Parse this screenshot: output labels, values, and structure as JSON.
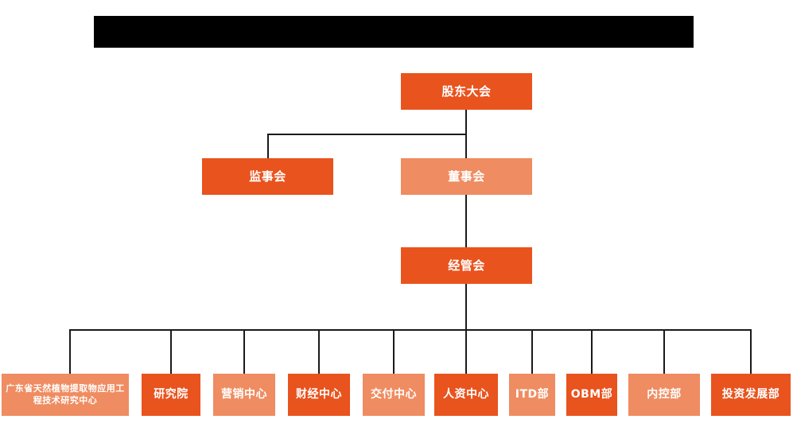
{
  "header": {
    "redacted_title": ""
  },
  "chart_data": {
    "type": "org-chart",
    "title": "",
    "colors": {
      "dark_orange": "#E9531E",
      "light_orange": "#EF8C61",
      "connector": "#1a1a1a",
      "background": "#ffffff",
      "redaction": "#000000",
      "node_text": "#ffffff"
    },
    "levels": [
      {
        "level": 1,
        "nodes": [
          {
            "id": "shareholders",
            "label": "股东大会",
            "color": "dark_orange"
          }
        ]
      },
      {
        "level": 2,
        "nodes": [
          {
            "id": "supervisors",
            "label": "监事会",
            "color": "dark_orange"
          },
          {
            "id": "directors",
            "label": "董事会",
            "color": "light_orange"
          }
        ]
      },
      {
        "level": 3,
        "nodes": [
          {
            "id": "management",
            "label": "经管会",
            "color": "dark_orange"
          }
        ]
      },
      {
        "level": 4,
        "nodes": [
          {
            "id": "rd-center",
            "label": "广东省天然植物提取物应用工程技术研究中心",
            "color": "light_orange"
          },
          {
            "id": "institute",
            "label": "研究院",
            "color": "dark_orange"
          },
          {
            "id": "marketing-center",
            "label": "营销中心",
            "color": "light_orange"
          },
          {
            "id": "finance-center",
            "label": "财经中心",
            "color": "dark_orange"
          },
          {
            "id": "delivery-center",
            "label": "交付中心",
            "color": "light_orange"
          },
          {
            "id": "hr-center",
            "label": "人资中心",
            "color": "dark_orange"
          },
          {
            "id": "itd-dept",
            "label": "ITD部",
            "color": "light_orange"
          },
          {
            "id": "obm-dept",
            "label": "OBM部",
            "color": "dark_orange"
          },
          {
            "id": "internal-control-dept",
            "label": "内控部",
            "color": "light_orange"
          },
          {
            "id": "investment-dev-dept",
            "label": "投资发展部",
            "color": "dark_orange"
          }
        ]
      }
    ],
    "edges": [
      {
        "from": "shareholders",
        "to": "supervisors"
      },
      {
        "from": "shareholders",
        "to": "directors"
      },
      {
        "from": "directors",
        "to": "management"
      },
      {
        "from": "management",
        "to": "rd-center"
      },
      {
        "from": "management",
        "to": "institute"
      },
      {
        "from": "management",
        "to": "marketing-center"
      },
      {
        "from": "management",
        "to": "finance-center"
      },
      {
        "from": "management",
        "to": "delivery-center"
      },
      {
        "from": "management",
        "to": "hr-center"
      },
      {
        "from": "management",
        "to": "itd-dept"
      },
      {
        "from": "management",
        "to": "obm-dept"
      },
      {
        "from": "management",
        "to": "internal-control-dept"
      },
      {
        "from": "management",
        "to": "investment-dev-dept"
      }
    ]
  }
}
